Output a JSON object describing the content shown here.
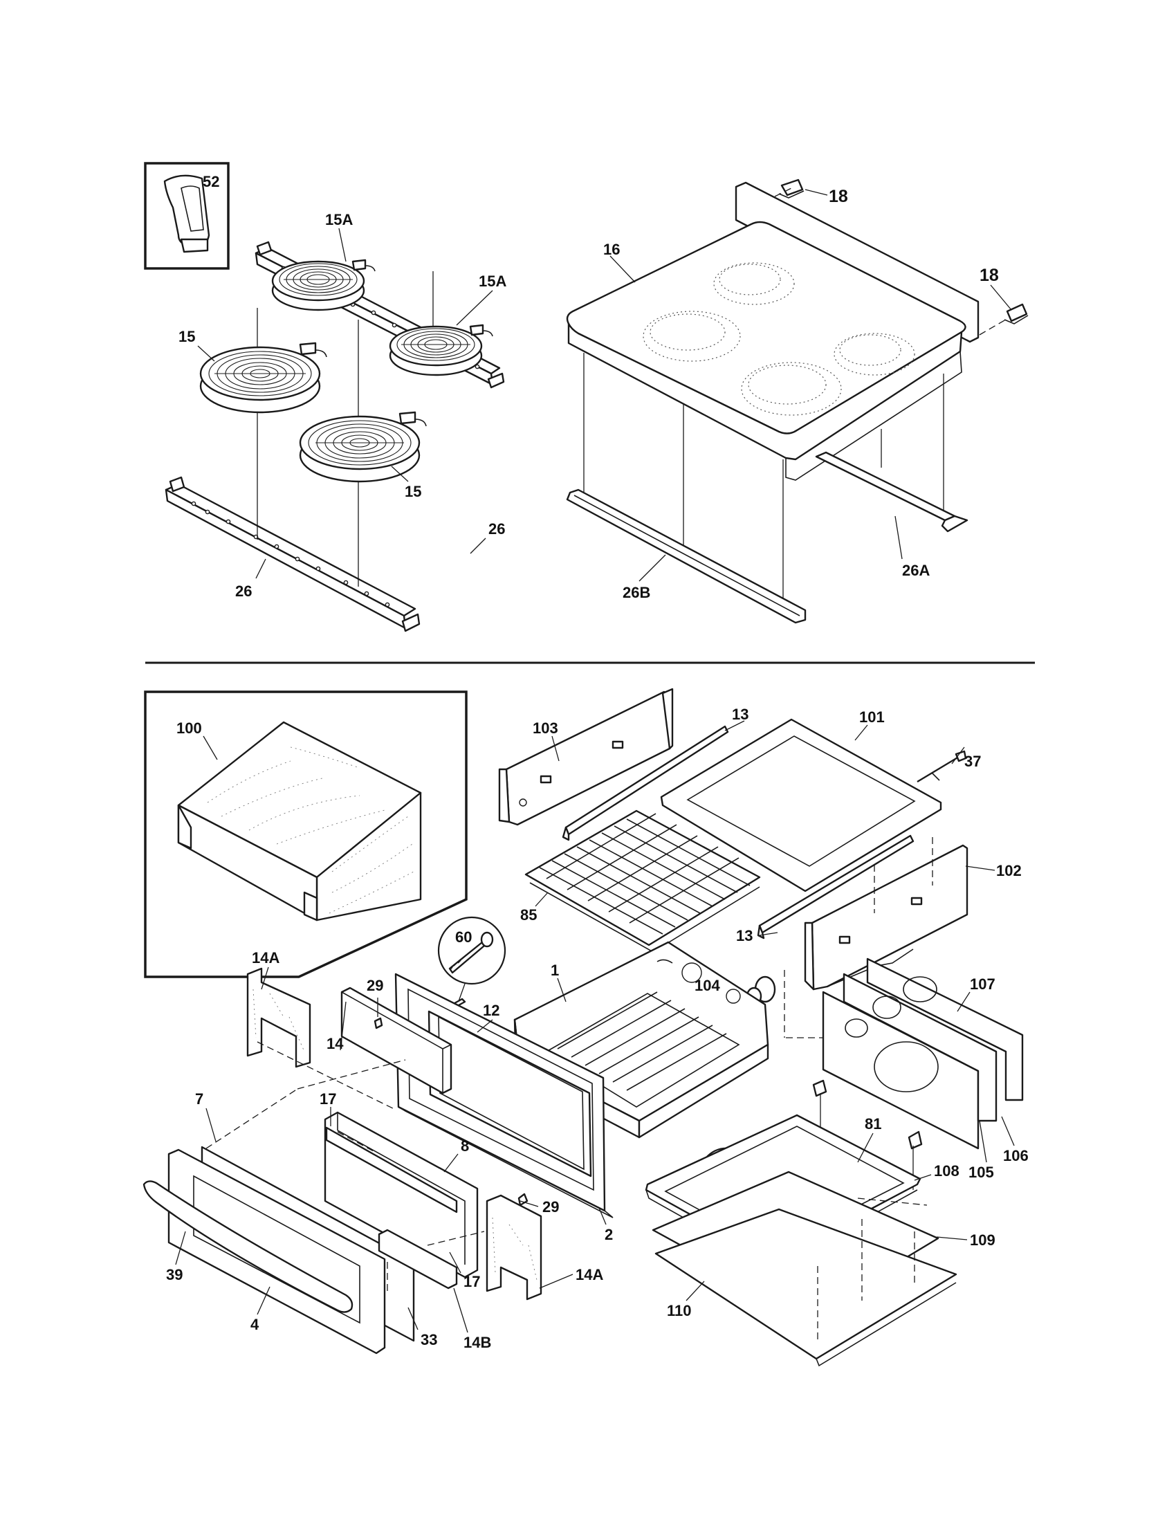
{
  "labels": {
    "l52": "52",
    "l15a_1": "15A",
    "l15a_2": "15A",
    "l15_1": "15",
    "l15_2": "15",
    "l16": "16",
    "l18_1": "18",
    "l18_2": "18",
    "l26_1": "26",
    "l26_2": "26",
    "l26a": "26A",
    "l26b": "26B",
    "l100": "100",
    "l103": "103",
    "l13_1": "13",
    "l13_2": "13",
    "l101": "101",
    "l37": "37",
    "l102": "102",
    "l85": "85",
    "l60": "60",
    "l104": "104",
    "l1": "1",
    "l107": "107",
    "l29_1": "29",
    "l29_2": "29",
    "l12": "12",
    "l14a_1": "14A",
    "l14a_2": "14A",
    "l14": "14",
    "l7": "7",
    "l17_1": "17",
    "l17_2": "17",
    "l8": "8",
    "l81": "81",
    "l108": "108",
    "l105": "105",
    "l106": "106",
    "l2": "2",
    "l109": "109",
    "l39": "39",
    "l110": "110",
    "l4": "4",
    "l33": "33",
    "l14b": "14B"
  },
  "icons": {
    "inset_52": "knob-icon",
    "inset_100": "insulation-blanket-icon",
    "inset_60": "screw-icon"
  }
}
